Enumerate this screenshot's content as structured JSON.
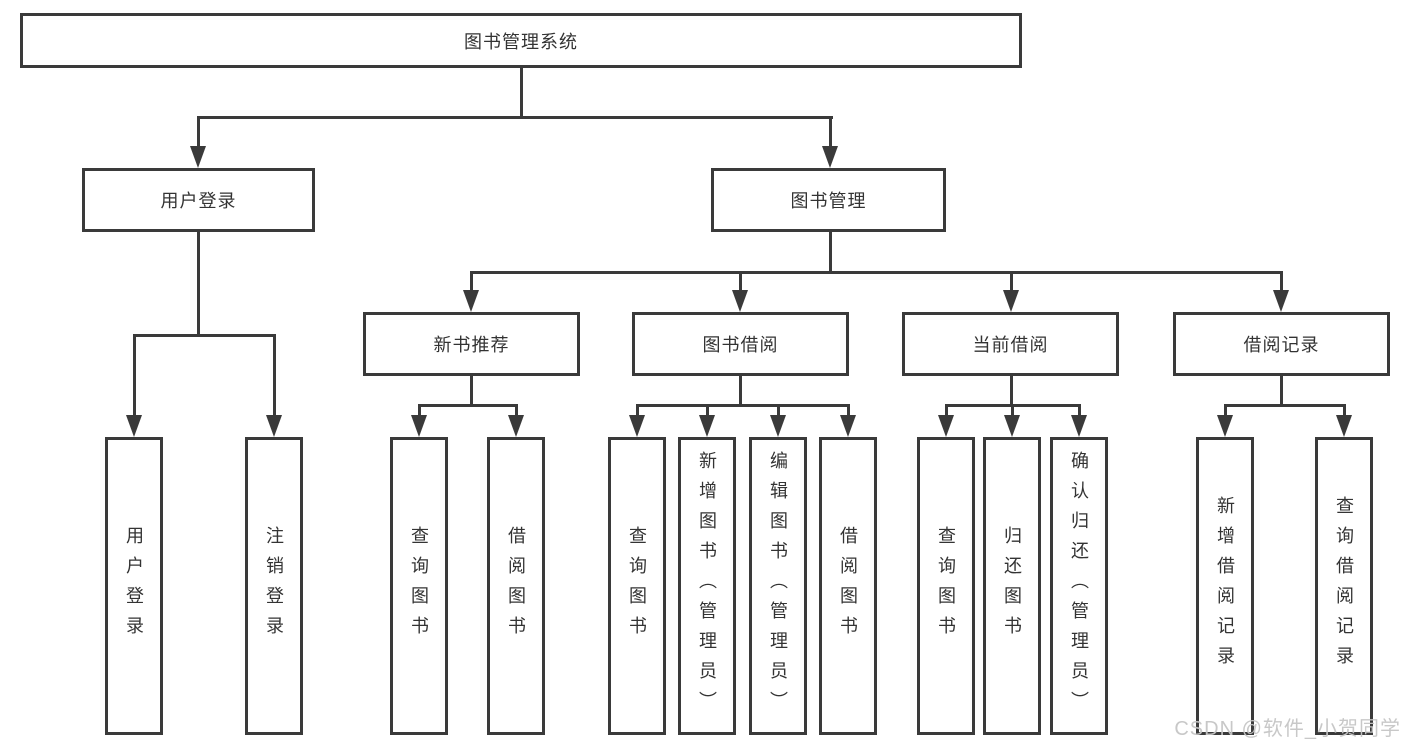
{
  "diagram": {
    "root": {
      "label": "图书管理系统"
    },
    "level2": [
      {
        "label": "用户登录"
      },
      {
        "label": "图书管理"
      }
    ],
    "level3": [
      {
        "label": "新书推荐"
      },
      {
        "label": "图书借阅"
      },
      {
        "label": "当前借阅"
      },
      {
        "label": "借阅记录"
      }
    ],
    "leaves": [
      {
        "label": "用户登录"
      },
      {
        "label": "注销登录"
      },
      {
        "label": "查询图书"
      },
      {
        "label": "借阅图书"
      },
      {
        "label": "查询图书"
      },
      {
        "label": "新增图书（管理员）"
      },
      {
        "label": "编辑图书（管理员）"
      },
      {
        "label": "借阅图书"
      },
      {
        "label": "查询图书"
      },
      {
        "label": "归还图书"
      },
      {
        "label": "确认归还（管理员）"
      },
      {
        "label": "新增借阅记录"
      },
      {
        "label": "查询借阅记录"
      }
    ]
  },
  "watermark": {
    "text": "CSDN @软件_小贺同学"
  },
  "colors": {
    "line": "#3a3a3a",
    "text": "#333333",
    "watermark": "#c5c5c5"
  }
}
